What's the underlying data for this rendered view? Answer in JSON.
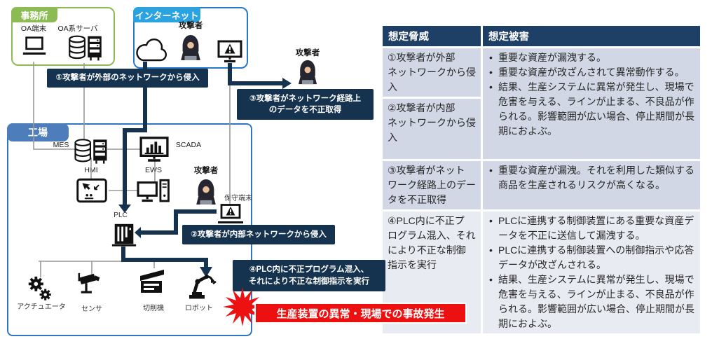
{
  "colors": {
    "banner_navy": "#15324f",
    "table_header_navy": "#1e3f66",
    "row_shade": "#d1d7e5",
    "row_shade_light": "#e9ebf2",
    "office_green": "#8cbb54",
    "internet_blue": "#2ba3e1",
    "factory_tab_blue": "#4d7dba",
    "box_border_blue": "#2e75c4",
    "alert_red": "#ed1010",
    "connector_gray": "#9a9a9a"
  },
  "diagram": {
    "office": {
      "title": "事務所",
      "node1": "OA端末",
      "node2": "OA系サーバ"
    },
    "internet": {
      "title": "インターネット",
      "attacker": "攻撃者"
    },
    "external_attacker": "攻撃者",
    "factory": {
      "title": "工場",
      "mes": "MES",
      "scada": "SCADA",
      "hmi": "HMI",
      "ews": "EWS",
      "plc": "PLC",
      "attacker": "攻撃者",
      "maintenance": "保守端末",
      "actuator": "アクチュエータ",
      "sensor": "センサ",
      "cutter": "切削機",
      "robot": "ロボット"
    },
    "banner1": "①攻撃者が外部のネットワークから侵入",
    "banner2": "②攻撃者が内部ネットワークから侵入",
    "banner3": "③攻撃者がネットワーク経路上\nのデータを不正取得",
    "banner4": "④PLC内に不正プログラム混入、\nそれにより不正な制御指示を実行",
    "incident": "生産装置の異常・現場での事故発生"
  },
  "table": {
    "header_threat": "想定脅威",
    "header_damage": "想定被害",
    "row1_threat": "①攻撃者が外部\nネットワークから侵入",
    "row2_threat": "②攻撃者が内部\nネットワークから侵入",
    "row12_damage": [
      "重要な資産が漏洩する。",
      "重要な資産が改ざんされて異常動作する。",
      "結果、生産システムに異常が発生し、現場で危害を与える、ラインが止まる、不良品が作られる。影響範囲が広い場合、停止期間が長期におよぶ。"
    ],
    "row3_threat": "③攻撃者がネット\nワーク経路上のデー\nタを不正取得",
    "row3_damage": [
      "重要な資産が漏洩。それを利用した類似する商品を生産されるリスクが高くなる。"
    ],
    "row4_threat": "④PLC内に不正プ\nログラム混入、それ\nにより不正な制御\n指示を実行",
    "row4_damage": [
      "PLCに連携する制御装置にある重要な資産データを不正に送信して漏洩する。",
      "PLCに連携する制御装置への制御指示や応答データが改ざんされる。",
      "結果、生産システムに異常が発生し、現場で危害を与える、ラインが止まる、不良品が作られる。影響範囲が広い場合、停止期間が長期におよぶ。"
    ]
  }
}
